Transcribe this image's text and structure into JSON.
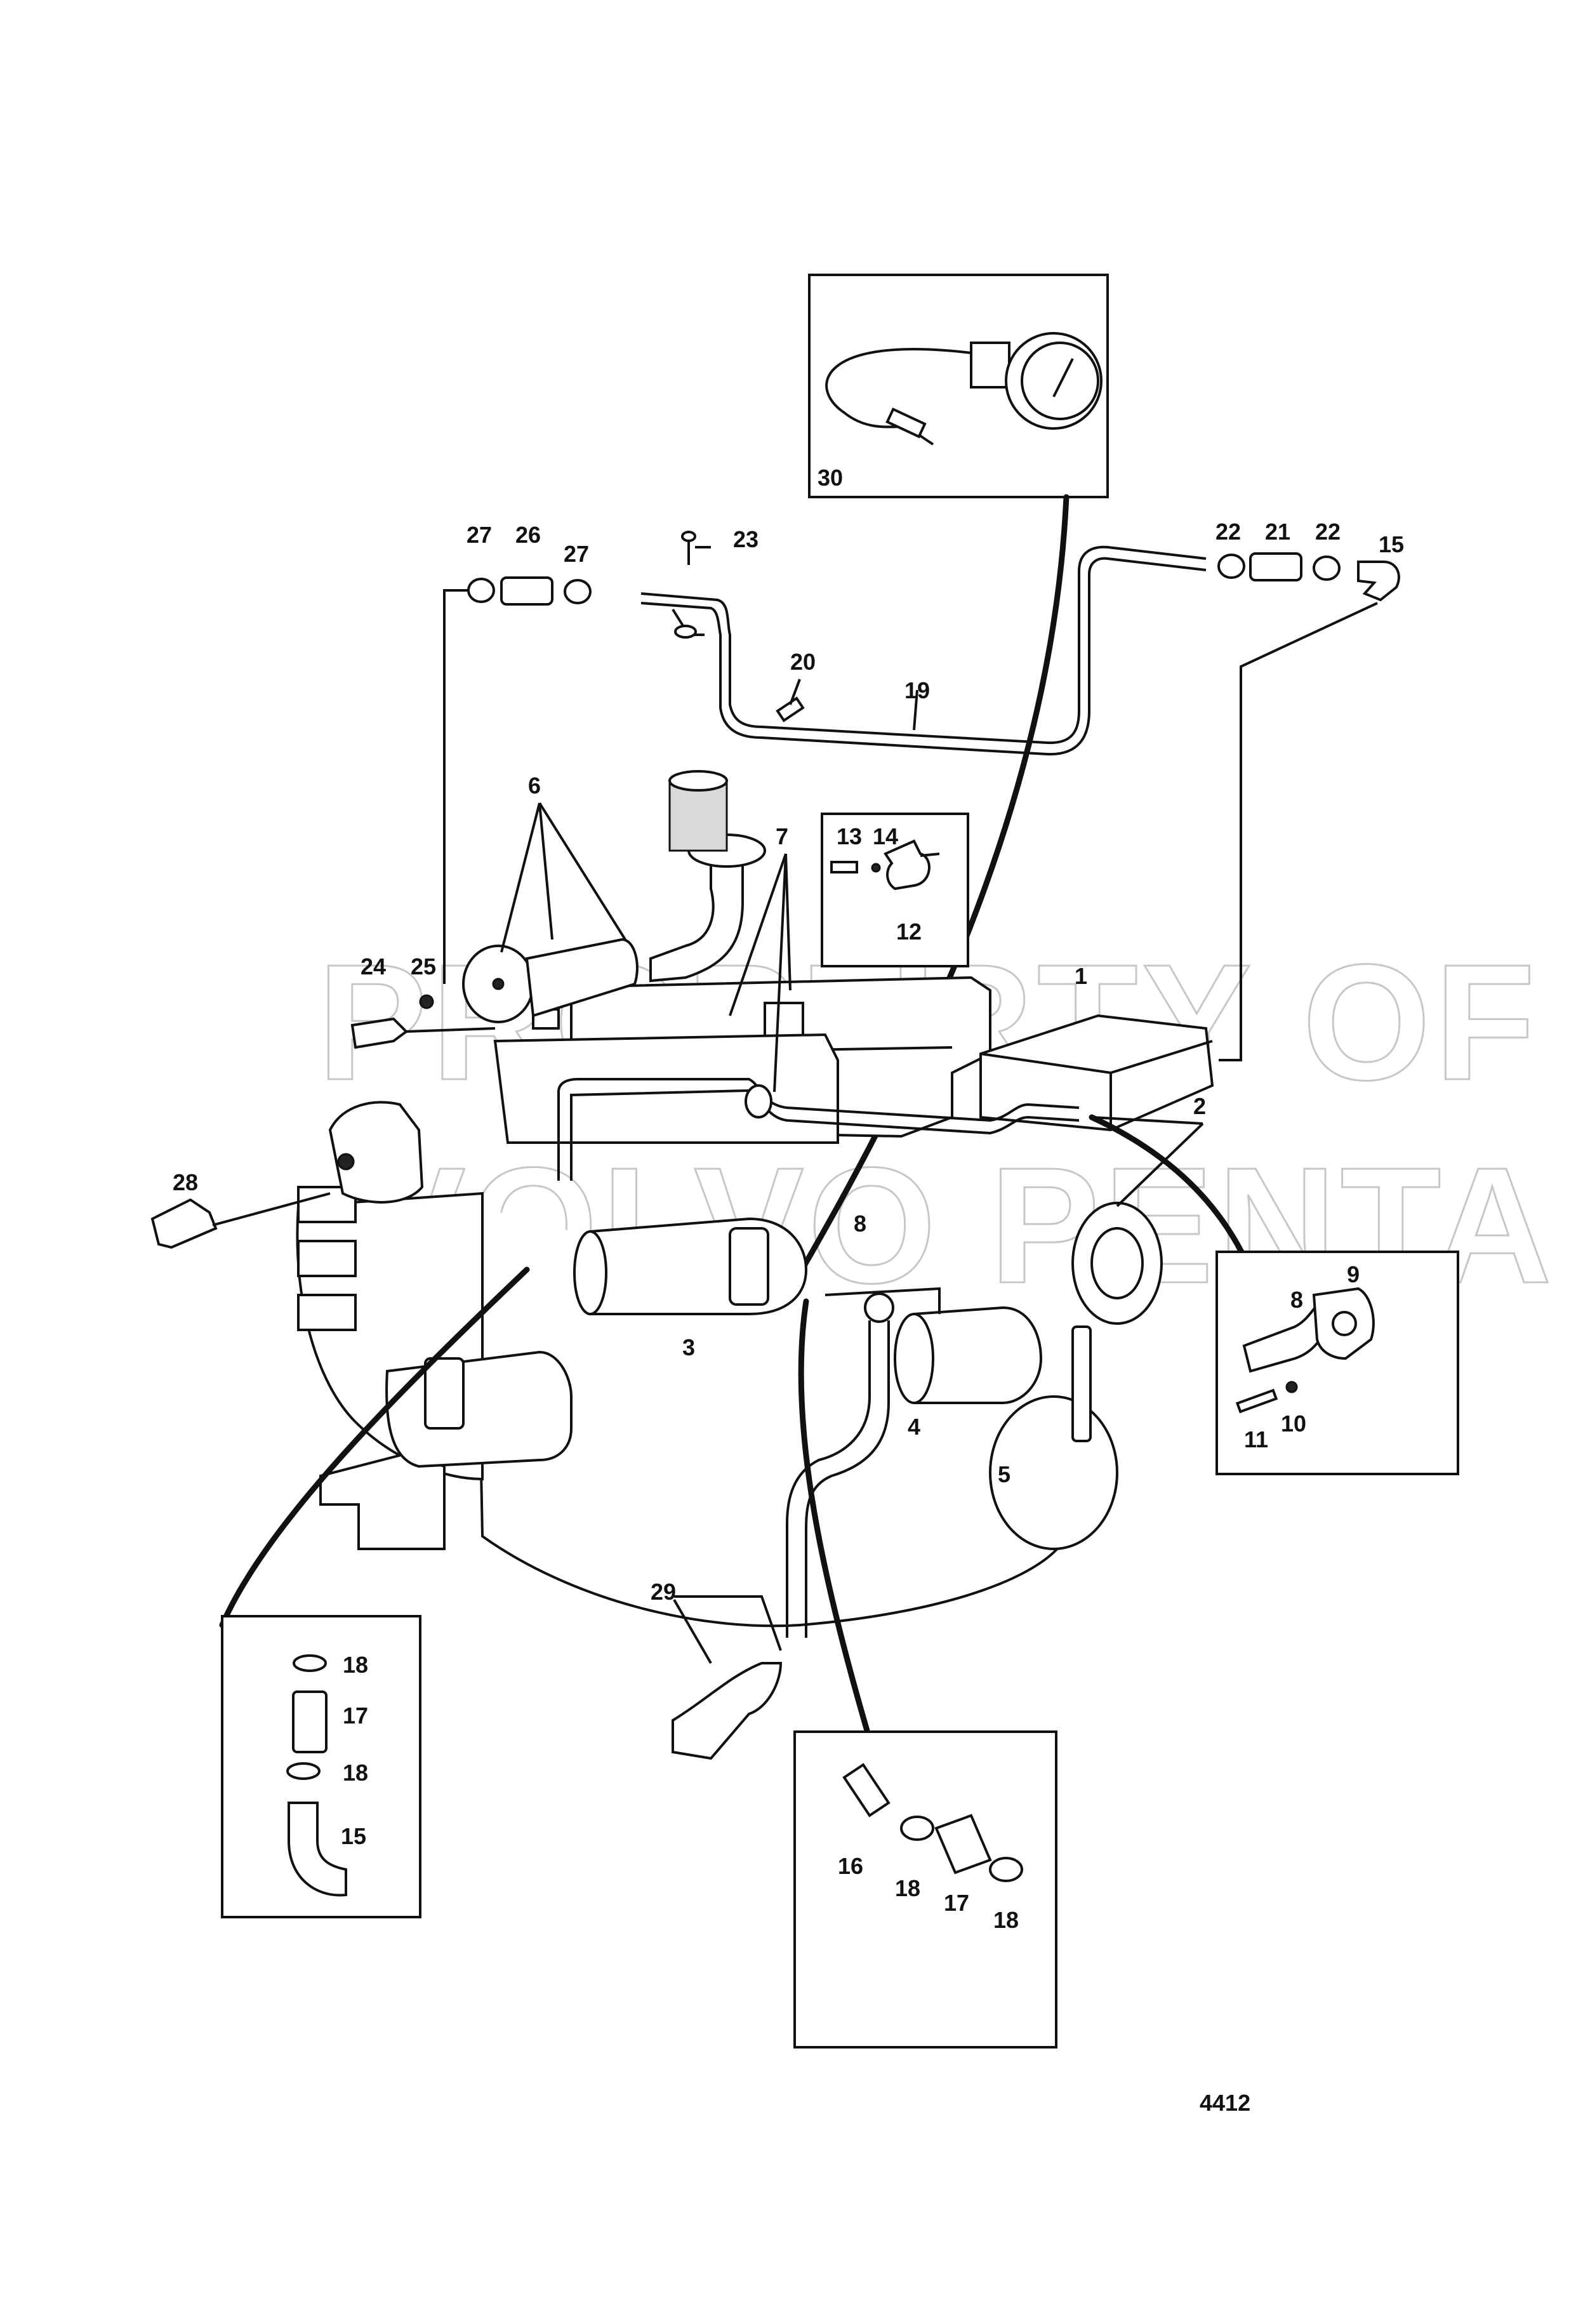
{
  "diagram_number": "4412",
  "watermark": {
    "line1": "PROPERTY OF",
    "line2": "VOLVO PENTA"
  },
  "callouts": {
    "c1": "1",
    "c2": "2",
    "c3": "3",
    "c4": "4",
    "c5": "5",
    "c6": "6",
    "c7": "7",
    "c8": "8",
    "c8b": "8",
    "c9": "9",
    "c10": "10",
    "c11": "11",
    "c12": "12",
    "c13": "13",
    "c14": "14",
    "c15": "15",
    "c15b": "15",
    "c16": "16",
    "c17": "17",
    "c17b": "17",
    "c18a": "18",
    "c18b": "18",
    "c18c": "18",
    "c18d": "18",
    "c19": "19",
    "c20": "20",
    "c21": "21",
    "c22a": "22",
    "c22b": "22",
    "c23": "23",
    "c24": "24",
    "c25": "25",
    "c26": "26",
    "c27a": "27",
    "c27b": "27",
    "c28": "28",
    "c29": "29",
    "c30": "30"
  }
}
